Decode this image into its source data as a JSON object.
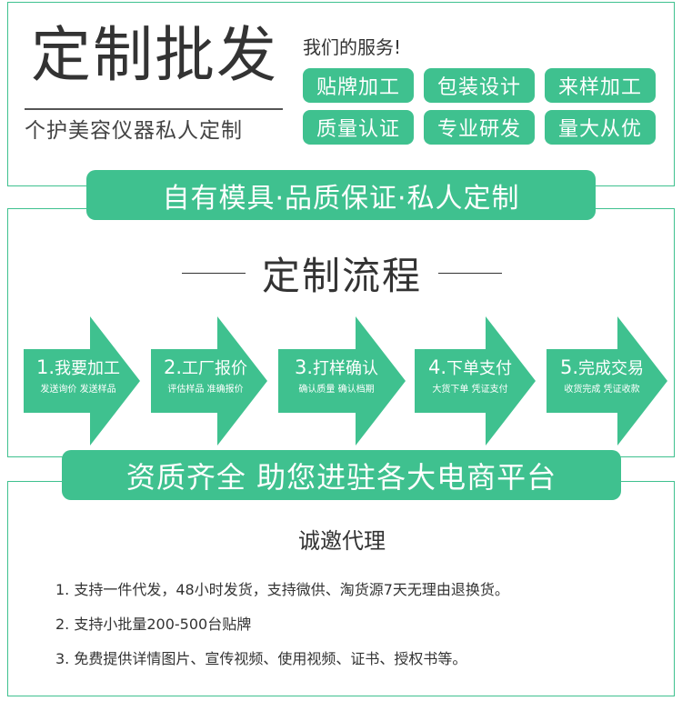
{
  "header": {
    "title": "定制批发",
    "subtitle": "个护美容仪器私人定制",
    "services_heading": "我们的服务!",
    "services": [
      "贴牌加工",
      "包装设计",
      "来样加工",
      "质量认证",
      "专业研发",
      "量大从优"
    ]
  },
  "banners": {
    "top": "自有模具·品质保证·私人定制",
    "middle": "资质齐全 助您进驻各大电商平台"
  },
  "process": {
    "heading": "定制流程",
    "steps": [
      {
        "num": "1.",
        "title": "我要加工",
        "desc": "发送询价 发送样品"
      },
      {
        "num": "2.",
        "title": "工厂报价",
        "desc": "评估样品 准确报价"
      },
      {
        "num": "3.",
        "title": "打样确认",
        "desc": "确认质量 确认档期"
      },
      {
        "num": "4.",
        "title": "下单支付",
        "desc": "大货下单 凭证支付"
      },
      {
        "num": "5.",
        "title": "完成交易",
        "desc": "收货完成 凭证收款"
      }
    ]
  },
  "agent": {
    "heading": "诚邀代理",
    "points": [
      "1. 支持一件代发，48小时发货，支持微供、淘货源7天无理由退换货。",
      "2. 支持小批量200-500台贴牌",
      "3. 免费提供详情图片、宣传视频、使用视频、证书、授权书等。"
    ]
  },
  "colors": {
    "accent": "#3fc18f",
    "text": "#333333",
    "background": "#ffffff"
  }
}
